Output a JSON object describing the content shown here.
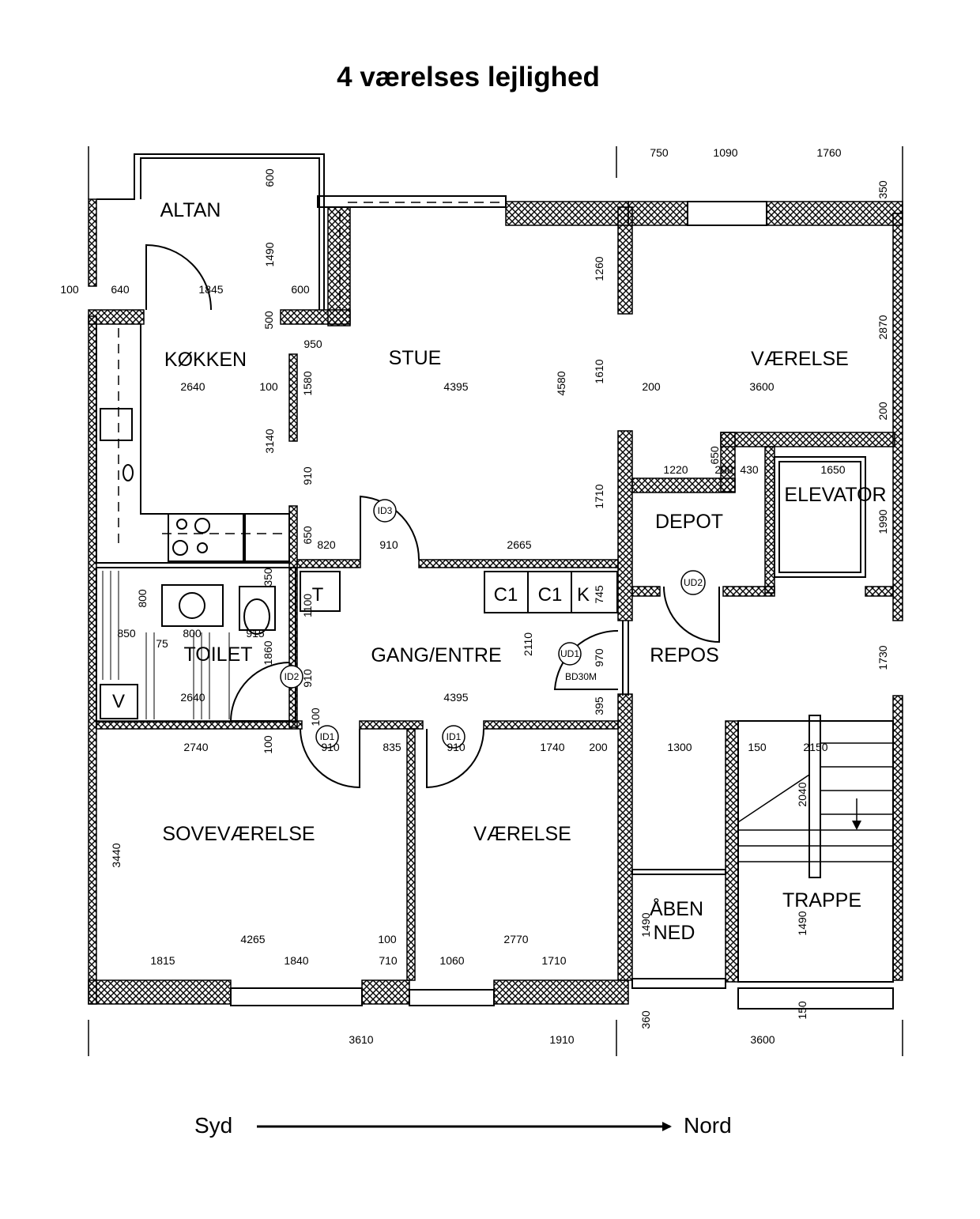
{
  "title": "4 værelses lejlighed",
  "compass": {
    "left": "Syd",
    "right": "Nord"
  },
  "rooms": {
    "altan": "ALTAN",
    "kokken": "KØKKEN",
    "stue": "STUE",
    "vaerelse_top": "VÆRELSE",
    "depot": "DEPOT",
    "elevator": "ELEVATOR",
    "toilet": "TOILET",
    "gang": "GANG/ENTRE",
    "repos": "REPOS",
    "sovevaerelse": "SOVEVÆRELSE",
    "vaerelse_bottom": "VÆRELSE",
    "aben": "ÅBEN",
    "ned": "NED",
    "trappe": "TRAPPE"
  },
  "fixtures": {
    "c1a": "C1",
    "c1b": "C1",
    "k": "K",
    "t": "T",
    "v": "V"
  },
  "doors": {
    "id3": "ID3",
    "ud2": "UD2",
    "ud1": "UD1",
    "bd": "BD30M",
    "id2": "ID2",
    "id1a": "ID1",
    "id1b": "ID1"
  },
  "dimensions": {
    "top": [
      "750",
      "1090",
      "1760"
    ],
    "d35": "350",
    "altan_h600": "600",
    "altan_h1490": "1490",
    "row1": [
      "100",
      "640",
      "1845",
      "600"
    ],
    "d500": "500",
    "d950": "950",
    "d1260": "1260",
    "d2870": "2870",
    "k2640": "2640",
    "d100a": "100",
    "d1580": "1580",
    "s4395": "4395",
    "d4580": "4580",
    "d1610": "1610",
    "d200a": "200",
    "v3600": "3600",
    "d200b": "200",
    "d3140": "3140",
    "d650a": "650",
    "d1220": "1220",
    "d200c": "200",
    "d430": "430",
    "d1650": "1650",
    "d910v": "910",
    "d1710": "1710",
    "d1990": "1990",
    "d650b": "650",
    "d820": "820",
    "d910h": "910",
    "d2665": "2665",
    "d800v": "800",
    "d350": "350",
    "d1100": "1100",
    "d745": "745",
    "d850": "850",
    "d800h": "800",
    "d915": "915",
    "d75": "75",
    "d2110": "2110",
    "d970": "970",
    "d1730": "1730",
    "d1860": "1860",
    "d910c": "910",
    "t2640": "2640",
    "g4395": "4395",
    "d395": "395",
    "d100b": "100",
    "row2": [
      "2740",
      "910",
      "835",
      "910",
      "1740",
      "200",
      "1300",
      "150",
      "2150"
    ],
    "d100c": "100",
    "d2040": "2040",
    "d3440": "3440",
    "d4265": "4265",
    "d100d": "100",
    "d2770": "2770",
    "d1490a": "1490",
    "d1490b": "1490",
    "row3": [
      "1815",
      "1840",
      "710",
      "1060",
      "1710"
    ],
    "d360": "360",
    "d150": "150",
    "bottom": [
      "3610",
      "1910",
      "3600"
    ]
  }
}
